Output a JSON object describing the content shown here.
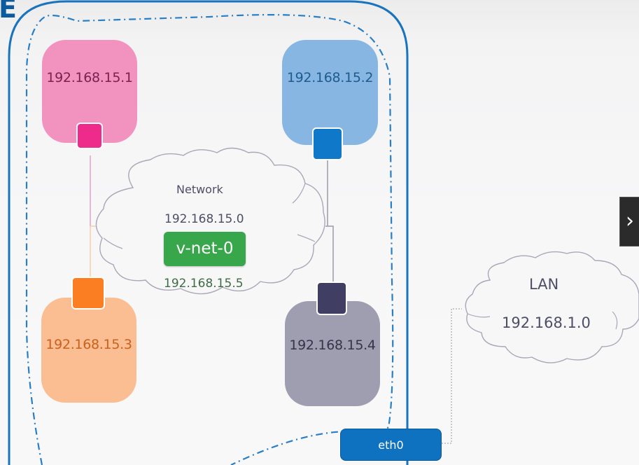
{
  "slide": {
    "heading_fragment": "E"
  },
  "hosts": [
    {
      "id": "host-1",
      "ip": "192.168.15.1",
      "body_color": "#f292bf",
      "text_color": "#7a2150",
      "port_color": "#ee2a8b"
    },
    {
      "id": "host-2",
      "ip": "192.168.15.2",
      "body_color": "#88b6e2",
      "text_color": "#1e5b8e",
      "port_color": "#0f78c8"
    },
    {
      "id": "host-3",
      "ip": "192.168.15.3",
      "body_color": "#fbbd92",
      "text_color": "#c8621e",
      "port_color": "#fb7e22"
    },
    {
      "id": "host-4",
      "ip": "192.168.15.4",
      "body_color": "#9f9db0",
      "text_color": "#34344a",
      "port_color": "#403f63"
    }
  ],
  "network": {
    "title": "Network",
    "subnet": "192.168.15.0",
    "bridge_label": "v-net-0",
    "bridge_ip": "192.168.15.5",
    "bridge_color": "#38a64a"
  },
  "lan": {
    "title": "LAN",
    "subnet": "192.168.1.0"
  },
  "interface": {
    "label": "eth0",
    "color": "#0f72c0"
  },
  "navigation": {
    "next_icon": "›"
  },
  "colors": {
    "host_border": "#1a73bd",
    "namespace_border": "#2a7fc4",
    "cloud_stroke": "#a8a8b8"
  }
}
